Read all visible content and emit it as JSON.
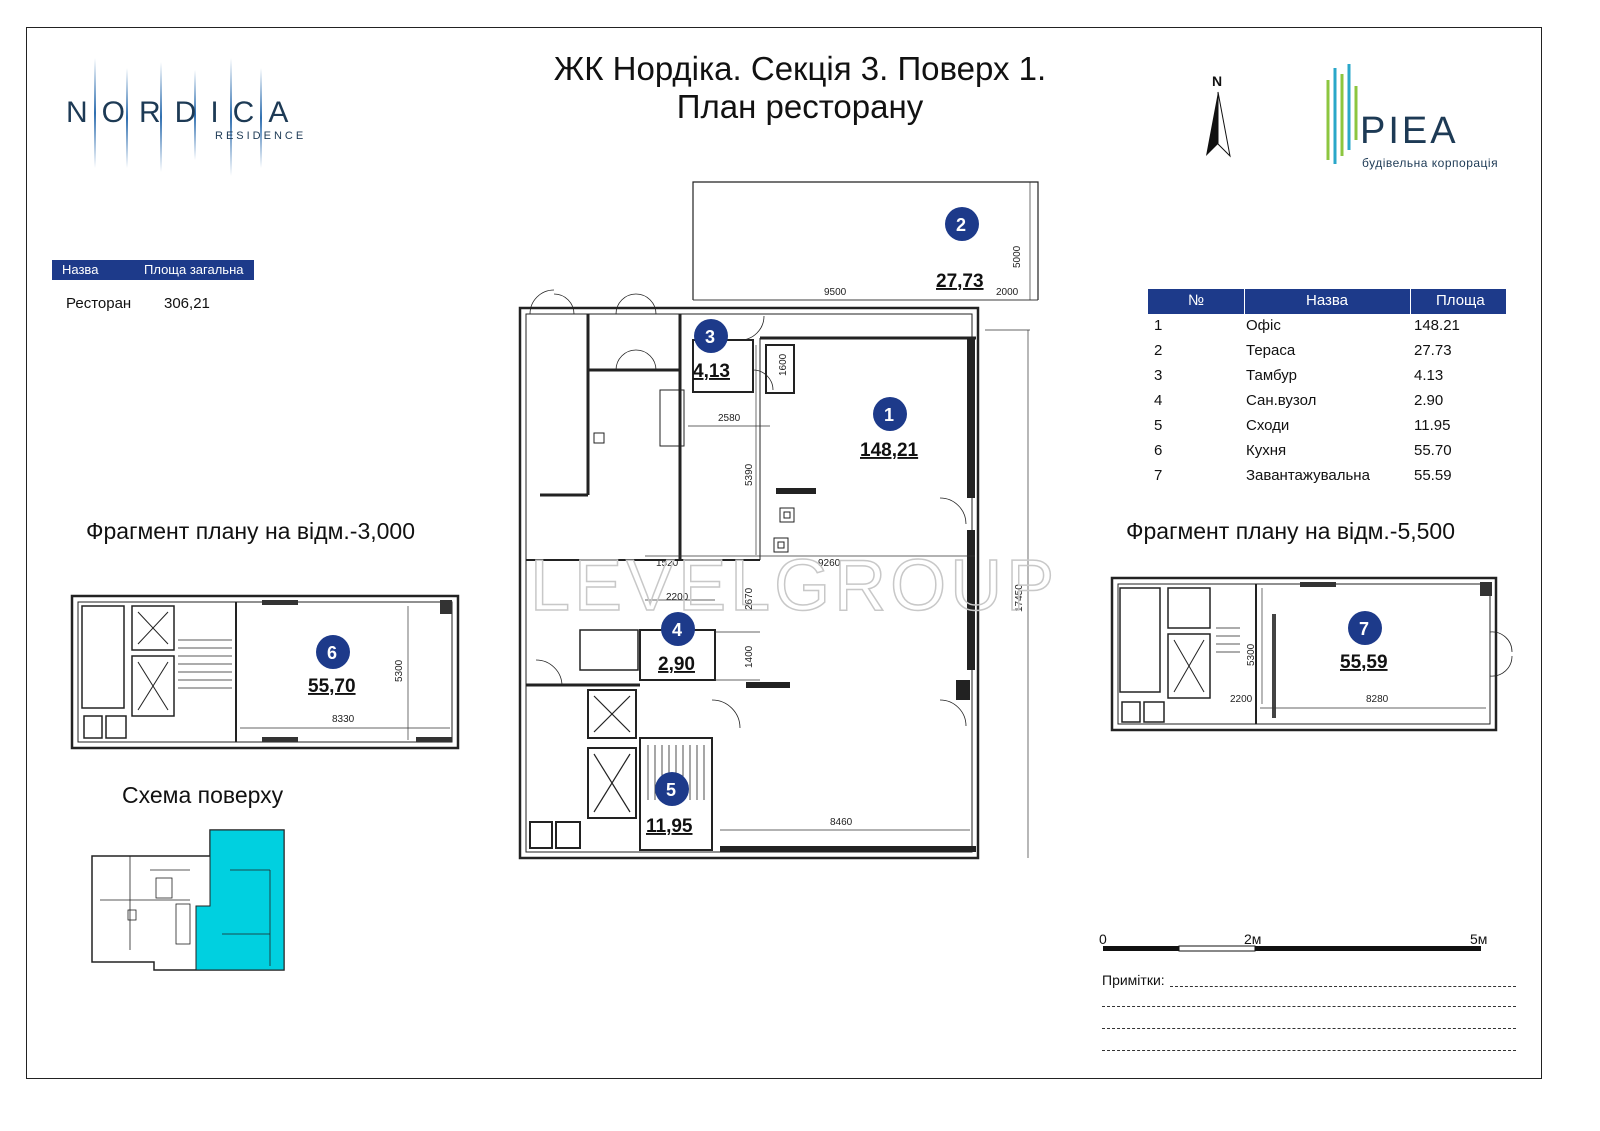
{
  "title": {
    "line1": "ЖК Нордіка. Секція 3. Поверх 1.",
    "line2": "План ресторану"
  },
  "logo_left": {
    "name": "NORDICA",
    "sub": "RESIDENCE"
  },
  "logo_right": {
    "name": "PIEA",
    "sub": "будівельна корпорація"
  },
  "compass": {
    "label": "N"
  },
  "summary": {
    "headers": [
      "Назва",
      "Площа загальна"
    ],
    "row": {
      "name": "Ресторан",
      "area": "306,21"
    }
  },
  "legend": {
    "headers": [
      "№",
      "Назва",
      "Площа"
    ],
    "rows": [
      {
        "num": "1",
        "name": "Офіс",
        "area": "148.21"
      },
      {
        "num": "2",
        "name": "Тераса",
        "area": "27.73"
      },
      {
        "num": "3",
        "name": "Тамбур",
        "area": "4.13"
      },
      {
        "num": "4",
        "name": "Сан.вузол",
        "area": "2.90"
      },
      {
        "num": "5",
        "name": "Сходи",
        "area": "11.95"
      },
      {
        "num": "6",
        "name": "Кухня",
        "area": "55.70"
      },
      {
        "num": "7",
        "name": "Завантажувальна",
        "area": "55.59"
      }
    ]
  },
  "fragment_left": {
    "title": "Фрагмент плану на відм.-3,000"
  },
  "fragment_right": {
    "title": "Фрагмент плану на відм.-5,500"
  },
  "scheme": {
    "title": "Схема поверху",
    "highlight_color": "#00d0e0"
  },
  "rooms": [
    {
      "num": "1",
      "area": "148,21"
    },
    {
      "num": "2",
      "area": "27,73"
    },
    {
      "num": "3",
      "area": "4,13"
    },
    {
      "num": "4",
      "area": "2,90"
    },
    {
      "num": "5",
      "area": "11,95"
    },
    {
      "num": "6",
      "area": "55,70"
    },
    {
      "num": "7",
      "area": "55,59"
    }
  ],
  "dimensions": {
    "d9500": "9500",
    "d2000": "2000",
    "d5000": "5000",
    "d1600": "1600",
    "d2580": "2580",
    "d5390": "5390",
    "d1520": "1520",
    "d9260": "9260",
    "d2200": "2200",
    "d2670": "2670",
    "d1400": "1400",
    "d17450": "17450",
    "d8460": "8460",
    "d5300": "5300",
    "d8330": "8330",
    "d8280": "8280",
    "d2200b": "2200"
  },
  "watermark": "LEVELGROUP",
  "scale": {
    "zero": "0",
    "mid": "2м",
    "end": "5м"
  },
  "notes": {
    "label": "Примітки:"
  },
  "colors": {
    "badge": "#1d3a8a",
    "header": "#1d3a8a",
    "scheme_highlight": "#00d0e0"
  }
}
